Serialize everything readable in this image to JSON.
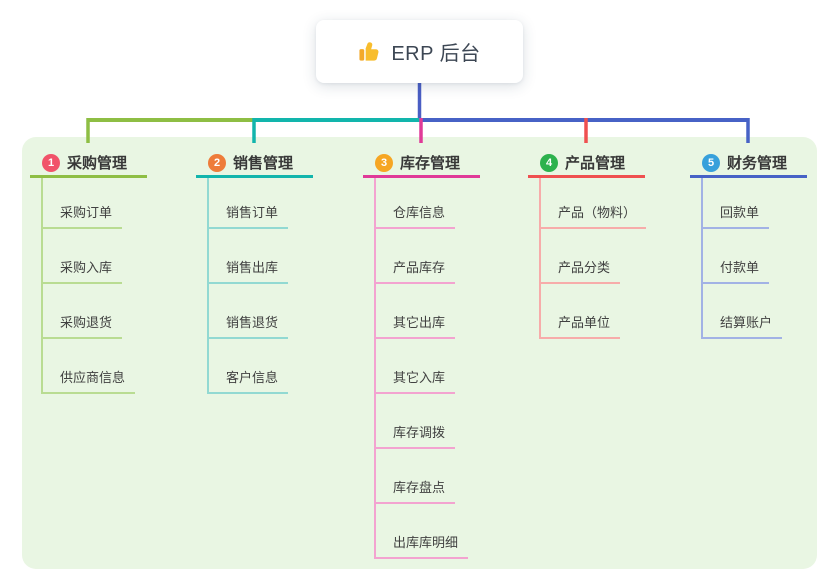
{
  "root": {
    "title": "ERP 后台",
    "icon": "thumbs-up-icon"
  },
  "colors": {
    "root_line": "#4a5ec4",
    "panel_bg": "#e9f6e3",
    "root_text": "#3d4754",
    "branch_text": "#383838",
    "child_text": "#414141",
    "icon_yellow": "#f8bd2d"
  },
  "branches": [
    {
      "badge": "1",
      "label": "采购管理",
      "badge_color": "#f1536a",
      "line_color": "#8ebe44",
      "child_line_color": "#b9dc92",
      "children": [
        "采购订单",
        "采购入库",
        "采购退货",
        "供应商信息"
      ]
    },
    {
      "badge": "2",
      "label": "销售管理",
      "badge_color": "#ee7c3a",
      "line_color": "#12b5ac",
      "child_line_color": "#92d9d2",
      "children": [
        "销售订单",
        "销售出库",
        "销售退货",
        "客户信息"
      ]
    },
    {
      "badge": "3",
      "label": "库存管理",
      "badge_color": "#f6a623",
      "line_color": "#e03a98",
      "child_line_color": "#f3a3d0",
      "children": [
        "仓库信息",
        "产品库存",
        "其它出库",
        "其它入库",
        "库存调拨",
        "库存盘点",
        "出库库明细"
      ]
    },
    {
      "badge": "4",
      "label": "产品管理",
      "badge_color": "#2db24d",
      "line_color": "#ef5050",
      "child_line_color": "#f7acaa",
      "children": [
        "产品（物料）",
        "产品分类",
        "产品单位"
      ]
    },
    {
      "badge": "5",
      "label": "财务管理",
      "badge_color": "#37a0db",
      "line_color": "#4762c6",
      "child_line_color": "#a2b2e5",
      "children": [
        "回款单",
        "付款单",
        "结算账户"
      ]
    }
  ]
}
